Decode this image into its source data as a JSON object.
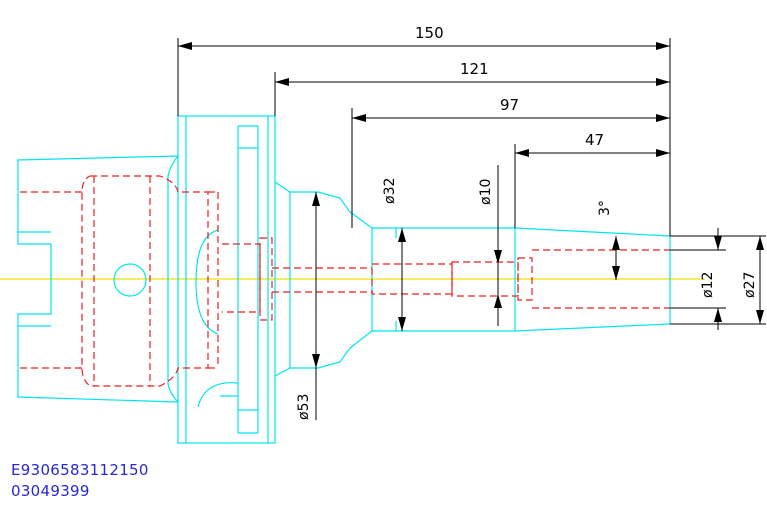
{
  "drawing": {
    "colors": {
      "part_outline": "#00e5ee",
      "hidden_lines": "#e62020",
      "center_line": "#f0e000",
      "dimension_lines": "#000000",
      "code_text": "#2727d8"
    },
    "dimensions": {
      "overall_length": "150",
      "length_121": "121",
      "length_97": "97",
      "length_47": "47",
      "taper_angle": "3°",
      "dia_32": "ø32",
      "dia_10": "ø10",
      "dia_53": "ø53",
      "dia_12": "ø12",
      "dia_27": "ø27"
    },
    "part_codes": [
      "E9306583112150",
      "03049399"
    ]
  }
}
